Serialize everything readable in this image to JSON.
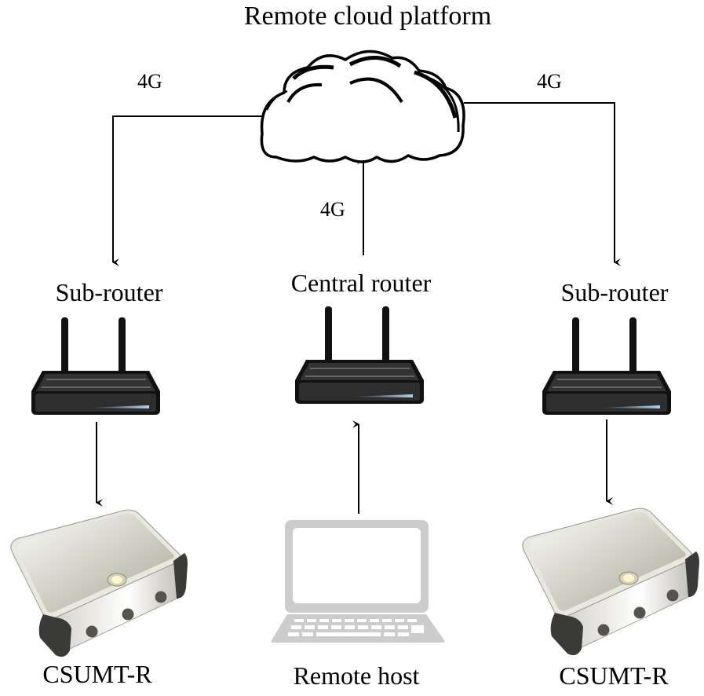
{
  "title": "Remote cloud platform",
  "nodes": {
    "cloud": {
      "label": "Remote cloud platform",
      "icon": "cloud-icon"
    },
    "sub_router_left": {
      "label": "Sub-router",
      "icon": "router-icon"
    },
    "central_router": {
      "label": "Central router",
      "icon": "router-icon"
    },
    "sub_router_right": {
      "label": "Sub-router",
      "icon": "router-icon"
    },
    "device_left": {
      "label": "CSUMT-R",
      "icon": "receiver-device-icon"
    },
    "remote_host": {
      "label": "Remote host",
      "icon": "laptop-icon"
    },
    "device_right": {
      "label": "CSUMT-R",
      "icon": "receiver-device-icon"
    }
  },
  "links": [
    {
      "from": "cloud",
      "to": "sub_router_left",
      "label": "4G"
    },
    {
      "from": "central_router",
      "to": "cloud",
      "label": "4G"
    },
    {
      "from": "cloud",
      "to": "sub_router_right",
      "label": "4G"
    },
    {
      "from": "sub_router_left",
      "to": "device_left",
      "label": ""
    },
    {
      "from": "remote_host",
      "to": "central_router",
      "label": ""
    },
    {
      "from": "sub_router_right",
      "to": "device_right",
      "label": ""
    }
  ],
  "colors": {
    "line": "#000000",
    "router_body": "#2b2b2b",
    "router_led": "#9cc8f0",
    "laptop": "#cccccc",
    "device_top": "#c8c6b8",
    "device_corner": "#3a3a38"
  }
}
